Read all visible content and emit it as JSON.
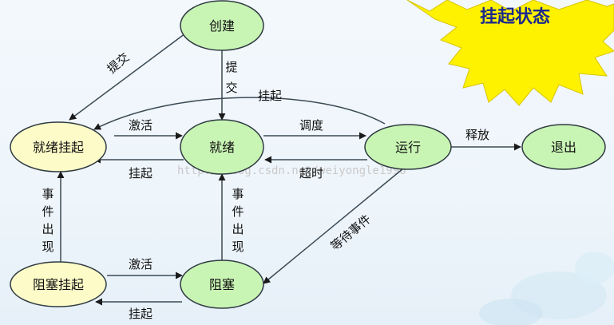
{
  "title": "挂起状态",
  "watermark": "http://blog.csdn.net/weiyongle1996",
  "nodes": {
    "create": "创建",
    "ready_suspend": "就绪挂起",
    "ready": "就绪",
    "running": "运行",
    "exit": "退出",
    "blocked_suspend": "阻塞挂起",
    "blocked": "阻塞"
  },
  "edges": {
    "create_to_ready_suspend": "提交",
    "create_to_ready": [
      "提",
      "交"
    ],
    "running_to_ready_suspend": "挂起",
    "ready_suspend_to_ready": "激活",
    "ready_to_ready_suspend": "挂起",
    "ready_to_running": "调度",
    "running_to_ready": "超时",
    "running_to_exit": "释放",
    "running_to_blocked": "等待事件",
    "blocked_suspend_to_ready_suspend": [
      "事",
      "件",
      "出",
      "现"
    ],
    "blocked_to_ready": [
      "事",
      "件",
      "出",
      "现"
    ],
    "blocked_suspend_to_blocked": "激活",
    "blocked_to_blocked_suspend": "挂起"
  },
  "colors": {
    "node_green": "#c9f5b4",
    "node_yellow": "#fdfcc8",
    "star_fill": "#fff200",
    "title": "#1b2a8c"
  }
}
